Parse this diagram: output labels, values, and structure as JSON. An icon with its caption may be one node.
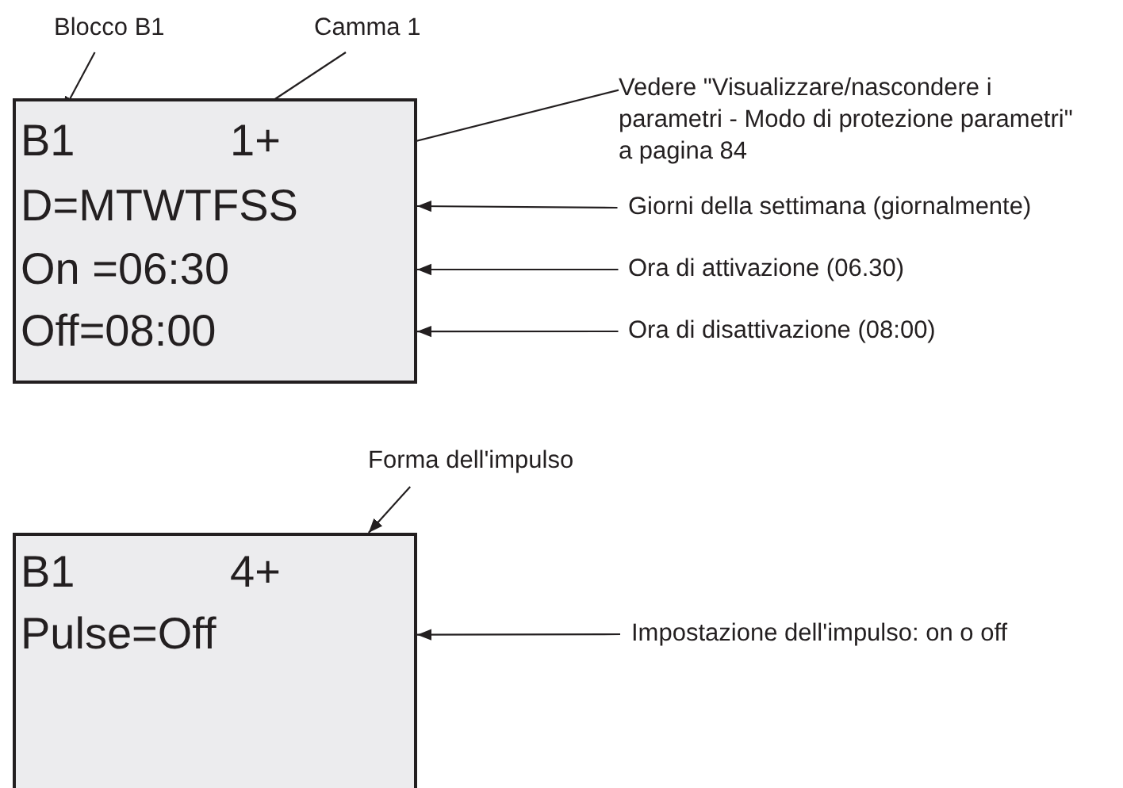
{
  "diagram": {
    "nodes": [
      {
        "text": [],
        "shape": "box"
      },
      {
        "text": [
          "B1"
        ],
        "in": 0
      },
      {
        "text": [
          "1+"
        ],
        "in": 0
      },
      {
        "text": [
          "D=MTWTFSS"
        ],
        "in": 0
      },
      {
        "text": [
          "On =06:30"
        ],
        "in": 0
      },
      {
        "text": [
          "Off=08:00"
        ],
        "in": 0
      },
      {
        "text": [
          "Blocco B1"
        ]
      },
      {
        "text": [
          "Camma 1"
        ]
      },
      {
        "text": [
          "Vedere \"Visualizzare/nascondere i parametri - Modo di protezione parametri\" a pagina 84"
        ]
      },
      {
        "text": [
          "Giorni della settimana (giornalmente)"
        ]
      },
      {
        "text": [
          "Ora di attivazione (06.30)"
        ]
      },
      {
        "text": [
          "Ora di disattivazione (08:00)"
        ]
      },
      {
        "text": [
          "Forma dell'impulso"
        ]
      },
      {
        "text": [],
        "shape": "box"
      },
      {
        "text": [
          "B1"
        ],
        "in": 13
      },
      {
        "text": [
          "4+"
        ],
        "in": 13
      },
      {
        "text": [
          "Pulse=Off"
        ],
        "in": 13
      },
      {
        "text": [
          "Impostazione dell'impulso: on o off"
        ]
      }
    ],
    "edges": [
      {
        "from": 6,
        "to": 1,
        "arrow": "to"
      },
      {
        "from": 7,
        "to": 2,
        "arrow": "to"
      },
      {
        "from": 8,
        "to": 0,
        "arrow": "to"
      },
      {
        "from": 9,
        "to": 3,
        "arrow": "to"
      },
      {
        "from": 10,
        "to": 0,
        "arrow": "to"
      },
      {
        "from": 11,
        "to": 0,
        "arrow": "to"
      },
      {
        "from": 12,
        "to": 13,
        "arrow": "to"
      },
      {
        "from": 17,
        "to": 13,
        "arrow": "to"
      }
    ]
  }
}
